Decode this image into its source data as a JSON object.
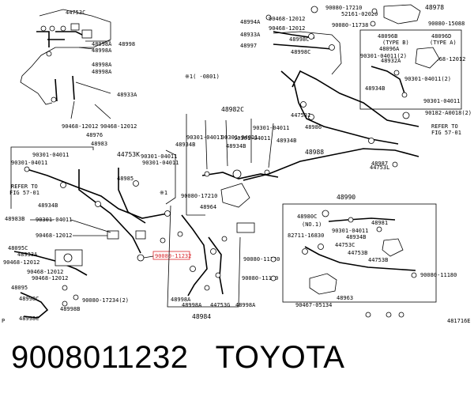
{
  "caption": {
    "part_number": "9008011232",
    "brand": "TOYOTA"
  },
  "diagram": {
    "labels": {
      "l44753c": "44753C",
      "l48998a_top": "48998A",
      "l48998a_top2": "48998A",
      "l48998": "48998",
      "l48998a_mid1": "48998A",
      "l48998a_mid2": "48998A",
      "l48933a_top": "48933A",
      "l90468_12012a": "90468-12012",
      "l90468_12012b": "90468-12012",
      "l48976": "48976",
      "l48983": "48983",
      "l90301_a": "90301-04011",
      "l90301_b": "90301-04011",
      "l44753k": "44753K",
      "l90301_c": "90301-04011",
      "l90301_d": "90301-04011",
      "l_refer_left1": "REFER TO",
      "l_refer_left2": "FIG 57-01",
      "l48934b_left": "48934B",
      "l48983b": "48983B",
      "l90301_e": "90301-04011",
      "l90468_12012c": "90468-12012",
      "l48095c": "48095C",
      "l48933a_low": "48933A",
      "l90468_12012d": "90468-12012",
      "l90468_12012e": "90468-12012",
      "l90468_12012f": "90468-12012",
      "l48095": "48095",
      "l48998c_low": "48998C",
      "l90080_17234": "90080-17234(2)",
      "l48998b": "48998B",
      "l48998c_bottom": "48998C",
      "l48985": "48985",
      "l_star1": "※1",
      "l_red_part": "90080-11232",
      "l48998a_b1": "48998A",
      "l48998a_b2": "48998A",
      "l44753g": "44753G",
      "l48998a_b3": "48998A",
      "l48984": "48984",
      "l48994a": "48994A",
      "l90468_12012g": "90468-12012",
      "l48933a_right": "48933A",
      "l90468_12012h": "90468-12012",
      "l48997": "48997",
      "l48998c_r": "48998C",
      "l48998c_r2": "48998C",
      "l_note_0801": "※1(  -0801)",
      "l48982c": "48982C",
      "l90301_f": "90301-04011",
      "l90301_g": "90301-04011",
      "l90301_h": "90301-04011",
      "l48934b_m1": "48934B",
      "l48934b_m2": "48934B",
      "l90301_i": "90301-04011",
      "l48934b_m3": "48934B",
      "l90080_17210_m": "90080-17210",
      "l48964": "48964",
      "l44753i": "44753I",
      "l48986": "48986",
      "l48988": "48988",
      "l48987": "48987",
      "l44753l": "44753L",
      "l90080_17210_top": "90080-17210",
      "l52161": "52161-02020",
      "l90080_11738": "90080-11738",
      "l48978": "48978",
      "l90080_15088": "90080-15088",
      "l48096b": "48096B",
      "l48096b_type": "(TYPE B)",
      "l48096a_tag": "48096A",
      "l48096d": "48096D",
      "l48096d_type": "(TYPE A)",
      "l90301_j": "90301-04011(2)",
      "l48932a": "48932A",
      "l90468_12012i": "90468-12012",
      "l90301_k": "90301-04011(2)",
      "l48934b_r": "48934B",
      "l90301_l": "90301-04011",
      "l90182": "90182-A0018(2)",
      "l_refer_right1": "REFER TO",
      "l_refer_right2": "FIG 57-01",
      "l48990": "48990",
      "l48980c": "48980C",
      "l48980c_no": "(NO.1)",
      "l48981": "48981",
      "l82711": "82711-16830",
      "l90301_m": "90301-04011",
      "l48934b_rr": "48934B",
      "l44753c_r": "44753C",
      "l44753b": "44753B",
      "l44753b_r": "44753B",
      "l90080_11180a": "90080-11180",
      "l90080_11180b": "90080-11180",
      "l90080_11180c": "90080-11180",
      "l48963": "48963",
      "l90467": "90467-05134",
      "l_p": "P",
      "l_fig_id": "481716E"
    }
  }
}
